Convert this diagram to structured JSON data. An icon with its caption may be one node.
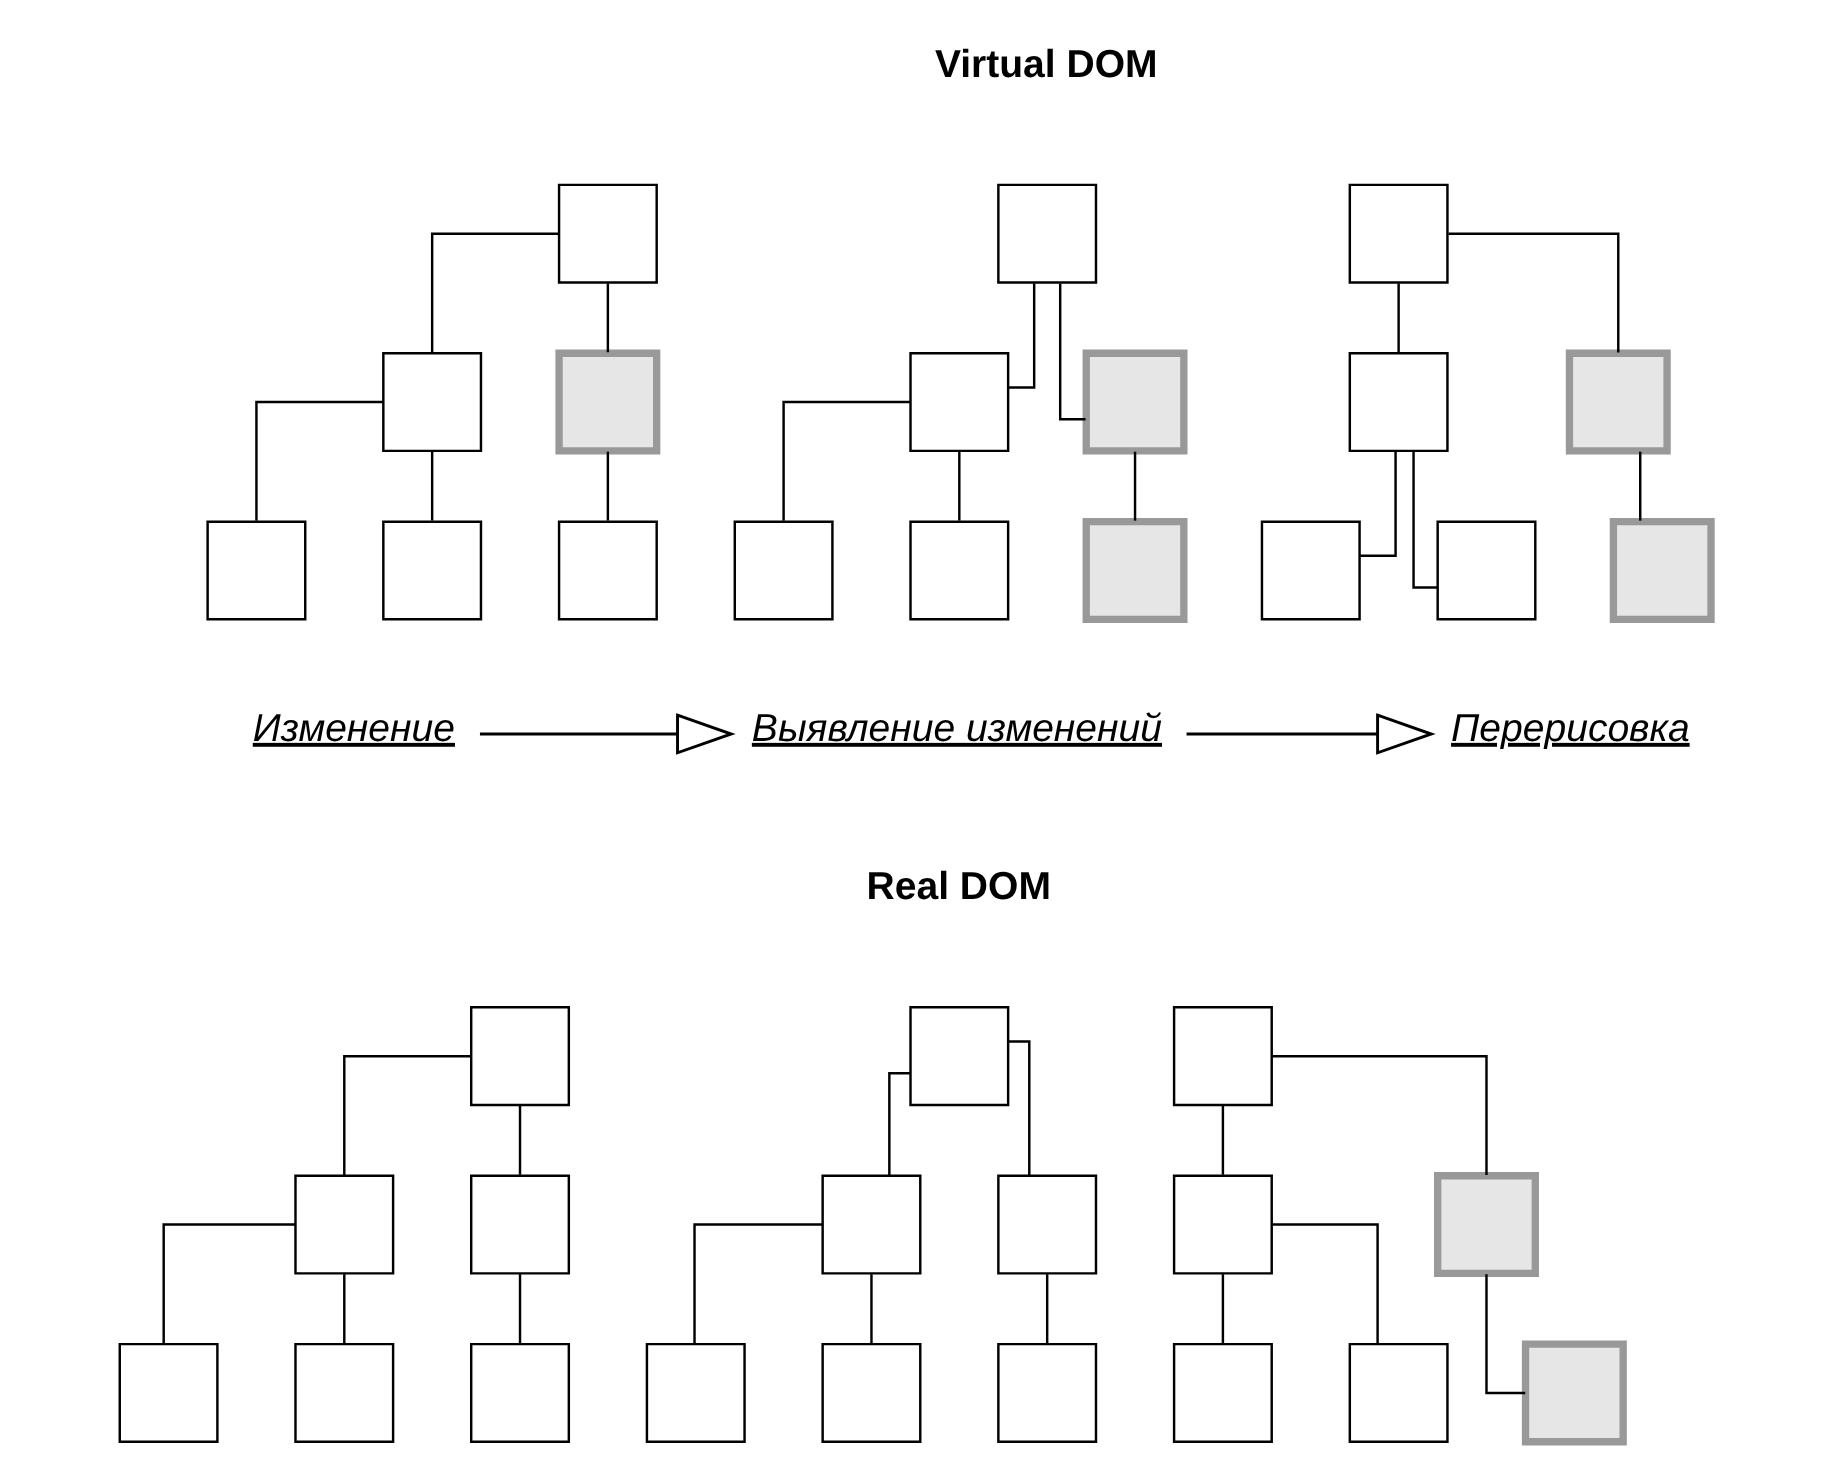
{
  "diagram": {
    "nodes": [
      {
        "text": [],
        "shape": "box"
      },
      {
        "text": [],
        "shape": "box"
      },
      {
        "text": [],
        "shape": "box"
      },
      {
        "text": [],
        "shape": "box"
      },
      {
        "text": [],
        "shape": "box"
      },
      {
        "text": [],
        "shape": "box"
      },
      {
        "text": [],
        "shape": "box"
      },
      {
        "text": [],
        "shape": "box"
      },
      {
        "text": [],
        "shape": "box"
      },
      {
        "text": [],
        "shape": "box"
      },
      {
        "text": [],
        "shape": "box"
      },
      {
        "text": [],
        "shape": "box"
      },
      {
        "text": [],
        "shape": "box"
      },
      {
        "text": [],
        "shape": "box"
      },
      {
        "text": [],
        "shape": "box"
      },
      {
        "text": [],
        "shape": "box"
      },
      {
        "text": [],
        "shape": "box"
      },
      {
        "text": [],
        "shape": "box"
      },
      {
        "text": [
          "Изменение"
        ]
      },
      {
        "text": [
          "Выявление изменений"
        ]
      },
      {
        "text": [
          "Перерисовка"
        ]
      },
      {
        "text": [],
        "shape": "box"
      },
      {
        "text": [],
        "shape": "box"
      },
      {
        "text": [],
        "shape": "box"
      },
      {
        "text": [],
        "shape": "box"
      },
      {
        "text": [],
        "shape": "box"
      },
      {
        "text": [],
        "shape": "box"
      },
      {
        "text": [],
        "shape": "box"
      },
      {
        "text": [],
        "shape": "box"
      },
      {
        "text": [],
        "shape": "box"
      },
      {
        "text": [],
        "shape": "box"
      },
      {
        "text": [],
        "shape": "box"
      },
      {
        "text": [],
        "shape": "box"
      },
      {
        "text": [],
        "shape": "box"
      },
      {
        "text": [],
        "shape": "box"
      },
      {
        "text": [],
        "shape": "box"
      },
      {
        "text": [],
        "shape": "box"
      },
      {
        "text": [],
        "shape": "box"
      },
      {
        "text": [],
        "shape": "box"
      }
    ],
    "edges": [
      {
        "from": 0,
        "to": 1,
        "arrow": "none"
      },
      {
        "from": 0,
        "to": 2,
        "arrow": "none"
      },
      {
        "from": 1,
        "to": 3,
        "arrow": "none"
      },
      {
        "from": 1,
        "to": 4,
        "arrow": "none"
      },
      {
        "from": 2,
        "to": 5,
        "arrow": "none"
      },
      {
        "from": 6,
        "to": 7,
        "arrow": "none"
      },
      {
        "from": 6,
        "to": 8,
        "arrow": "none"
      },
      {
        "from": 7,
        "to": 9,
        "arrow": "none"
      },
      {
        "from": 7,
        "to": 10,
        "arrow": "none"
      },
      {
        "from": 8,
        "to": 11,
        "arrow": "none"
      },
      {
        "from": 12,
        "to": 13,
        "arrow": "none"
      },
      {
        "from": 12,
        "to": 14,
        "arrow": "none"
      },
      {
        "from": 13,
        "to": 15,
        "arrow": "none"
      },
      {
        "from": 13,
        "to": 16,
        "arrow": "none"
      },
      {
        "from": 14,
        "to": 17,
        "arrow": "none"
      },
      {
        "from": 18,
        "to": 19,
        "arrow": "to"
      },
      {
        "from": 19,
        "to": 20,
        "arrow": "to"
      },
      {
        "from": 21,
        "to": 22,
        "arrow": "none"
      },
      {
        "from": 21,
        "to": 23,
        "arrow": "none"
      },
      {
        "from": 22,
        "to": 24,
        "arrow": "none"
      },
      {
        "from": 22,
        "to": 25,
        "arrow": "none"
      },
      {
        "from": 23,
        "to": 26,
        "arrow": "none"
      },
      {
        "from": 27,
        "to": 28,
        "arrow": "none"
      },
      {
        "from": 27,
        "to": 29,
        "arrow": "none"
      },
      {
        "from": 28,
        "to": 30,
        "arrow": "none"
      },
      {
        "from": 28,
        "to": 31,
        "arrow": "none"
      },
      {
        "from": 29,
        "to": 32,
        "arrow": "none"
      },
      {
        "from": 33,
        "to": 34,
        "arrow": "none"
      },
      {
        "from": 33,
        "to": 35,
        "arrow": "none"
      },
      {
        "from": 34,
        "to": 36,
        "arrow": "none"
      },
      {
        "from": 34,
        "to": 37,
        "arrow": "none"
      },
      {
        "from": 35,
        "to": 38,
        "arrow": "none"
      }
    ],
    "labels": [
      "Virtual DOM",
      "Real DOM"
    ]
  }
}
